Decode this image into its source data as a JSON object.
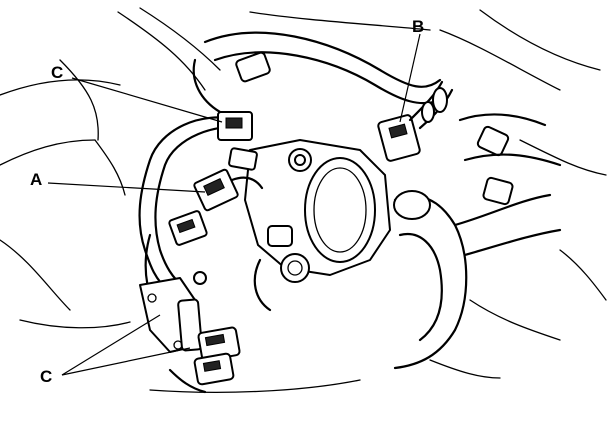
{
  "callouts": {
    "a": "A",
    "b": "B",
    "c_top": "C",
    "c_bottom": "C"
  }
}
